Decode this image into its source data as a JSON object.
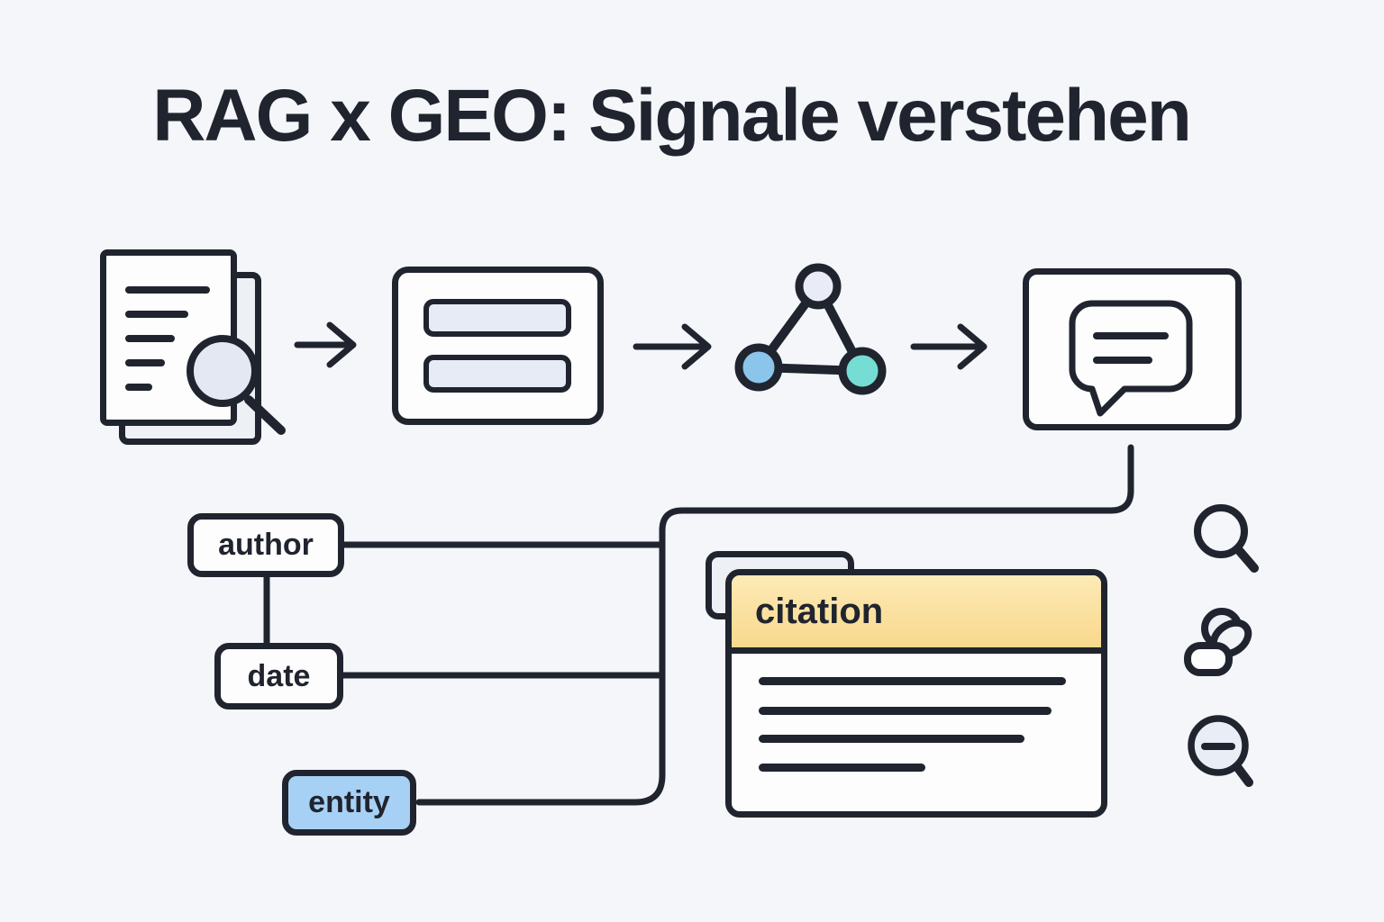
{
  "title": "RAG x GEO: Signale verstehen",
  "signals": {
    "author_label": "author",
    "date_label": "date",
    "entity_label": "entity"
  },
  "citation": {
    "header_label": "citation",
    "body_line_count": 4
  },
  "pipeline": {
    "steps": [
      {
        "icon": "document-search-icon",
        "meaning": "source documents"
      },
      {
        "icon": "chunk-card-icon",
        "meaning": "chunked content"
      },
      {
        "icon": "knowledge-graph-icon",
        "meaning": "entity graph"
      },
      {
        "icon": "answer-chat-icon",
        "meaning": "generated answer"
      }
    ],
    "arrow_count": 3
  },
  "side_icons": [
    "search-icon",
    "cluster-icon",
    "zoom-out-icon"
  ],
  "colors": {
    "background": "#f4f6f9",
    "outline": "#20242e",
    "card-white": "#fdfdfe",
    "gray-fill": "#edf0f5",
    "lavender": "#e7ebf5",
    "yellow-top": "#fdeab6",
    "yellow-bottom": "#f8d88c",
    "entity-blue": "#a6d1f5",
    "node-blue": "#8cc5ec",
    "node-teal": "#76ddd5",
    "node-lavender": "#e9ecf6"
  }
}
